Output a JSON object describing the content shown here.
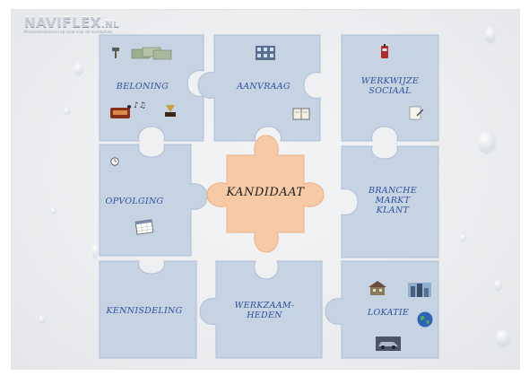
{
  "logo": {
    "name": "NAVIFLEX",
    "suffix": ".NL",
    "tagline": "Personeelsdiensten op maat voor de marktplaats"
  },
  "center": {
    "label": "KANDIDAAT"
  },
  "pieces": {
    "beloning": "BELONING",
    "aanvraag": "AANVRAAG",
    "werkwijze_line1": "WERKWIJZE",
    "werkwijze_line2": "SOCIAAL",
    "opvolging": "OPVOLGING",
    "branche_line1": "BRANCHE",
    "branche_line2": "MARKT",
    "branche_line3": "KLANT",
    "kennisdeling": "KENNISDELING",
    "werkzaam_line1": "WERKZAAM-",
    "werkzaam_line2": "HEDEN",
    "lokatie": "LOKATIE"
  },
  "colors": {
    "piece_fill": "#c6d3e3",
    "piece_edge": "#aebfd4",
    "center_fill": "#f7c9a4",
    "label_text": "#2e4f9e"
  },
  "icons": [
    "hammer-icon",
    "money-icon",
    "slot-machine-icon",
    "gramophone-icon",
    "office-building-icon",
    "book-icon",
    "phone-icon",
    "document-icon",
    "clock-icon",
    "calendar-icon",
    "house-icon",
    "skyscraper-icon",
    "globe-icon",
    "car-icon"
  ]
}
